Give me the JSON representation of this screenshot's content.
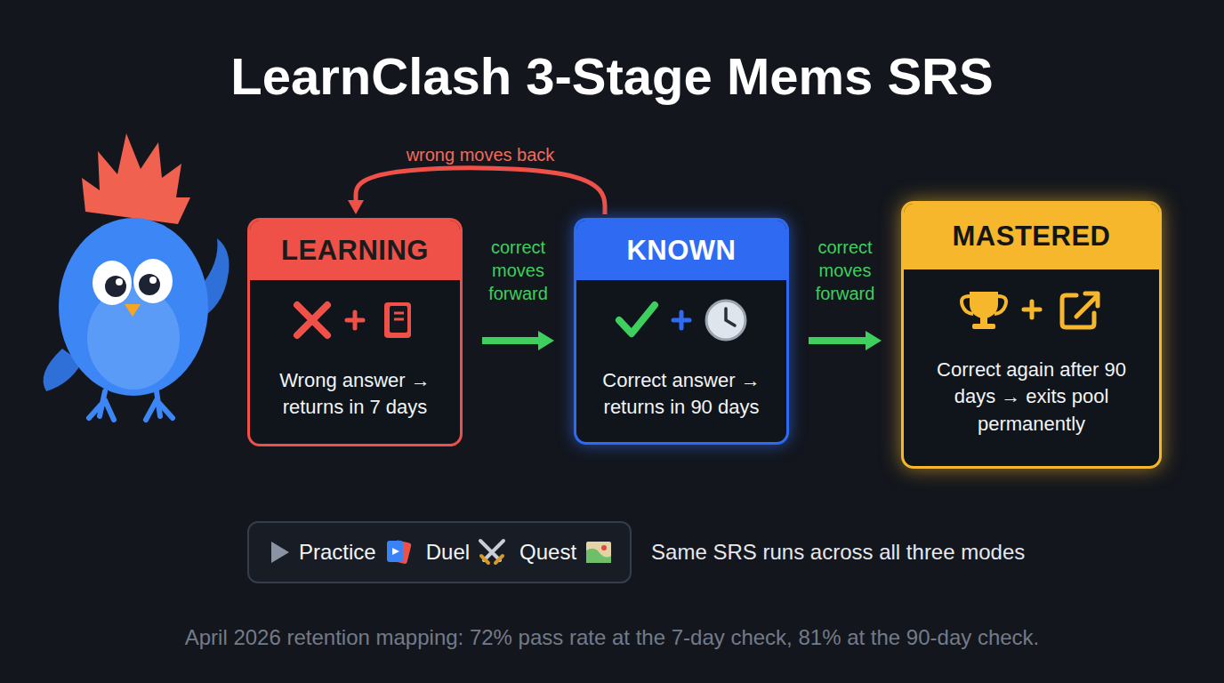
{
  "diagram": {
    "title": "LearnClash 3-Stage Mems SRS",
    "caption": "April 2026 retention mapping: 72% pass rate at the 7-day check, 81% at the 90-day check.",
    "nodes": [
      {
        "text": [
          "LEARNING",
          "Wrong answer → returns in 7 days"
        ]
      },
      {
        "text": [
          "KNOWN",
          "Correct answer → returns in 90 days"
        ]
      },
      {
        "text": [
          "MASTERED",
          "Correct again after 90 days → exits pool permanently"
        ]
      },
      {
        "text": [
          "Practice",
          "Duel",
          "Quest"
        ]
      }
    ],
    "edges": [
      {
        "from": 0,
        "to": 1,
        "arrow": "to",
        "label": "correct moves forward"
      },
      {
        "from": 1,
        "to": 2,
        "arrow": "to",
        "label": "correct moves forward"
      },
      {
        "from": 1,
        "to": 0,
        "arrow": "to",
        "label": "wrong moves back"
      }
    ],
    "labels": [
      "Same SRS runs across all three modes"
    ]
  }
}
